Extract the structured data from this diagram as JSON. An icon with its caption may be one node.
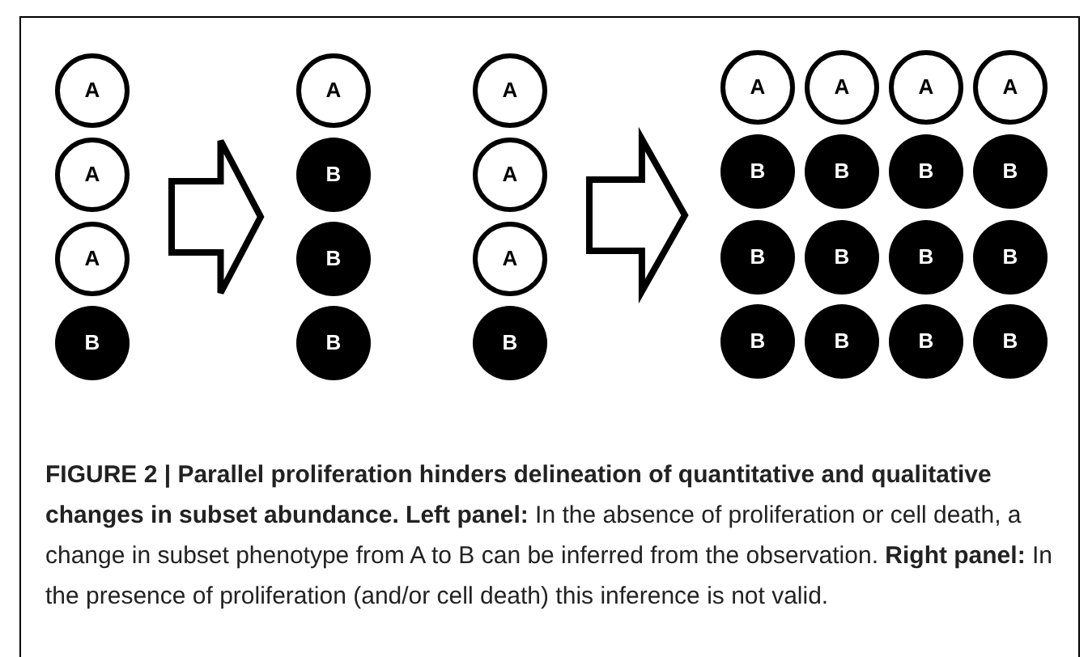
{
  "diagram": {
    "caption": "**FIGURE 2 | Parallel proliferation hinders delineation of quantitative and qualitative changes in subset abundance. Left panel:** In the absence of proliferation or cell death, a change in subset phenotype from A to B can be inferred from the observation. **Right panel:** In the presence of proliferation (and/or cell death) this inference is not valid.",
    "nodes": [
      {
        "text": [
          "A"
        ]
      },
      {
        "text": [
          "A"
        ]
      },
      {
        "text": [
          "A"
        ]
      },
      {
        "text": [
          "B"
        ]
      },
      {
        "text": [
          "A"
        ]
      },
      {
        "text": [
          "B"
        ]
      },
      {
        "text": [
          "B"
        ]
      },
      {
        "text": [
          "B"
        ]
      },
      {
        "text": [
          "A"
        ]
      },
      {
        "text": [
          "A"
        ]
      },
      {
        "text": [
          "A"
        ]
      },
      {
        "text": [
          "B"
        ]
      },
      {
        "text": [
          "A"
        ]
      },
      {
        "text": [
          "A"
        ]
      },
      {
        "text": [
          "A"
        ]
      },
      {
        "text": [
          "A"
        ]
      },
      {
        "text": [
          "B"
        ]
      },
      {
        "text": [
          "B"
        ]
      },
      {
        "text": [
          "B"
        ]
      },
      {
        "text": [
          "B"
        ]
      },
      {
        "text": [
          "B"
        ]
      },
      {
        "text": [
          "B"
        ]
      },
      {
        "text": [
          "B"
        ]
      },
      {
        "text": [
          "B"
        ]
      },
      {
        "text": [
          "B"
        ]
      },
      {
        "text": [
          "B"
        ]
      },
      {
        "text": [
          "B"
        ]
      },
      {
        "text": [
          "B"
        ]
      }
    ],
    "edges": [
      {
        "from": 1,
        "to": 5,
        "arrow": "to"
      },
      {
        "from": 9,
        "to": 16,
        "arrow": "to"
      }
    ]
  }
}
